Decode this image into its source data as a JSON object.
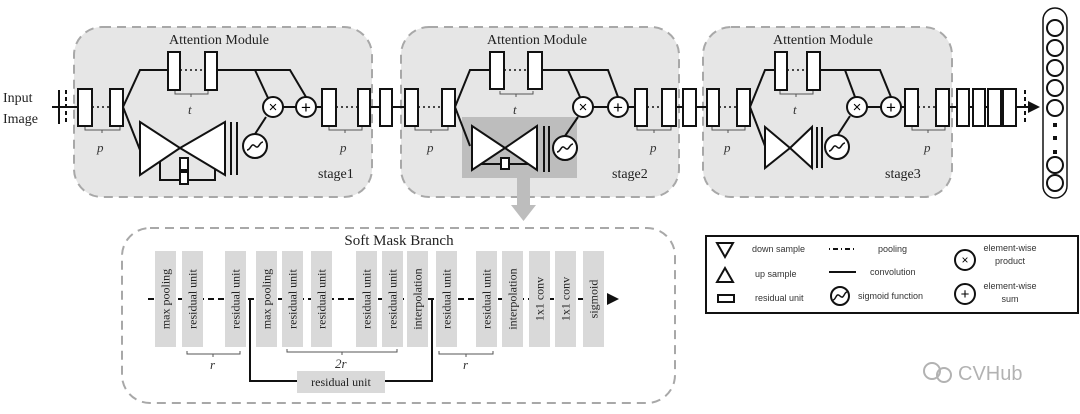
{
  "input_label": [
    "Input",
    "Image"
  ],
  "modules": [
    {
      "title": "Attention Module",
      "stage": "stage1"
    },
    {
      "title": "Attention Module",
      "stage": "stage2"
    },
    {
      "title": "Attention Module",
      "stage": "stage3"
    }
  ],
  "brace_labels": {
    "p": "p",
    "t": "t",
    "r": "r",
    "two_r": "2r"
  },
  "soft_mask": {
    "title": "Soft Mask Branch",
    "blocks": [
      "max pooling",
      "residual unit",
      "residual unit",
      "max pooling",
      "residual unit",
      "residual unit",
      "residual unit",
      "residual unit",
      "interpolation",
      "residual unit",
      "residual unit",
      "interpolation",
      "1x1 conv",
      "1x1 conv",
      "sigmoid"
    ],
    "skip_label": "residual unit"
  },
  "legend": {
    "down_sample": "down sample",
    "up_sample": "up sample",
    "residual_unit": "residual unit",
    "pooling": "pooling",
    "convolution": "convolution",
    "sigmoid_function": "sigmoid function",
    "product": [
      "element-wise",
      "product"
    ],
    "sum": [
      "element-wise",
      "sum"
    ]
  },
  "watermark": "CVHub",
  "colors": {
    "module_bg": "#e6e6e6",
    "block_bg": "#d9d9d9",
    "highlight": "#bdbdbd",
    "line": "#111111"
  }
}
